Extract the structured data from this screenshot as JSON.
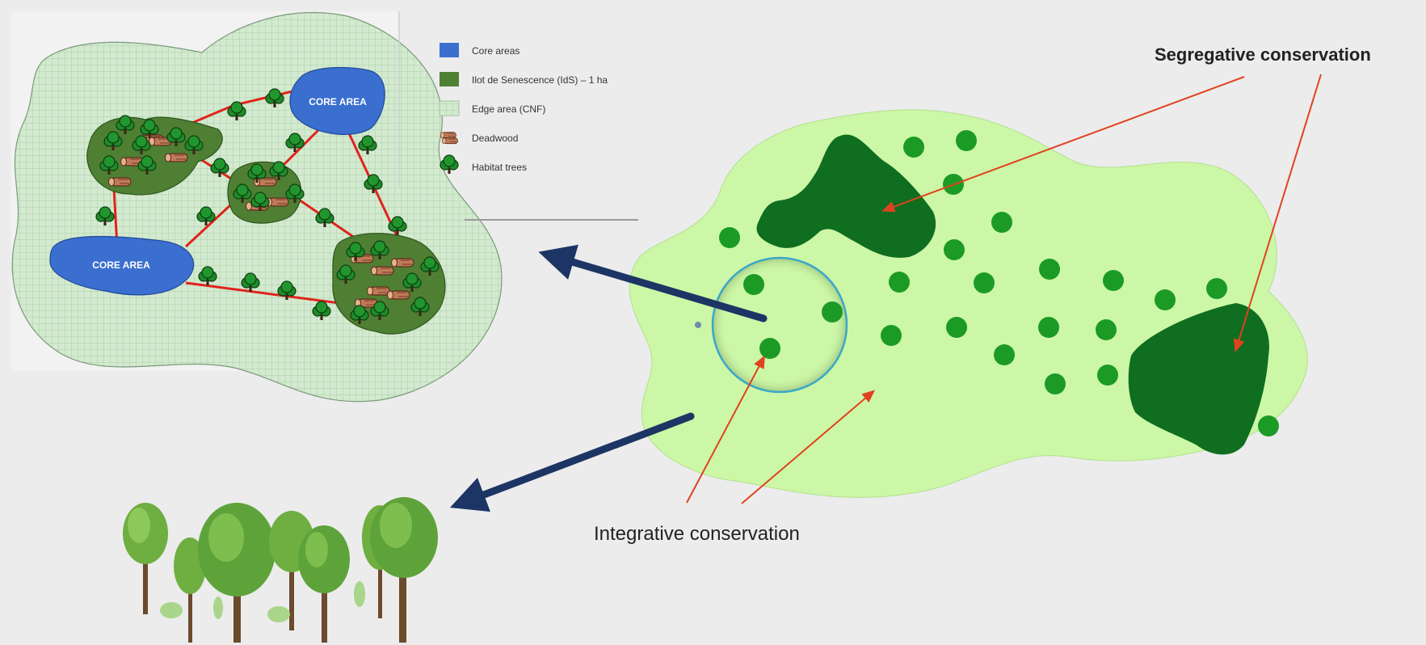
{
  "inset_map": {
    "core_area_labels": [
      "CORE AREA",
      "CORE AREA"
    ],
    "legend": [
      {
        "label": "Core areas",
        "swatch": "core",
        "color": "#3a6fd0"
      },
      {
        "label": "Ilot de Senescence (IdS) – 1 ha",
        "swatch": "ids",
        "color": "#4f7f33"
      },
      {
        "label": "Edge area (CNF)",
        "swatch": "edge",
        "color": "#cfe8c6"
      },
      {
        "label": "Deadwood",
        "swatch": "deadwood-icon",
        "color": "#b46c4c"
      },
      {
        "label": "Habitat trees",
        "swatch": "tree-icon",
        "color": "#1f8a2a"
      }
    ],
    "colors": {
      "edge_fill": "#cfe6c8",
      "core_fill": "#3a6fd0",
      "ids_fill": "#4f7f33",
      "corridor": "#e0241b",
      "tree": "#1f8a2a"
    }
  },
  "main_map": {
    "colors": {
      "landscape": "#ccf7a6",
      "patch": "#0f6e1f",
      "dot": "#1b9b25",
      "circle": "#3aa8c8"
    }
  },
  "annotations": {
    "segregative": "Segregative conservation",
    "integrative": "Integrative conservation",
    "pointer_color": "#e0421f",
    "arrow_color": "#1c3564"
  }
}
